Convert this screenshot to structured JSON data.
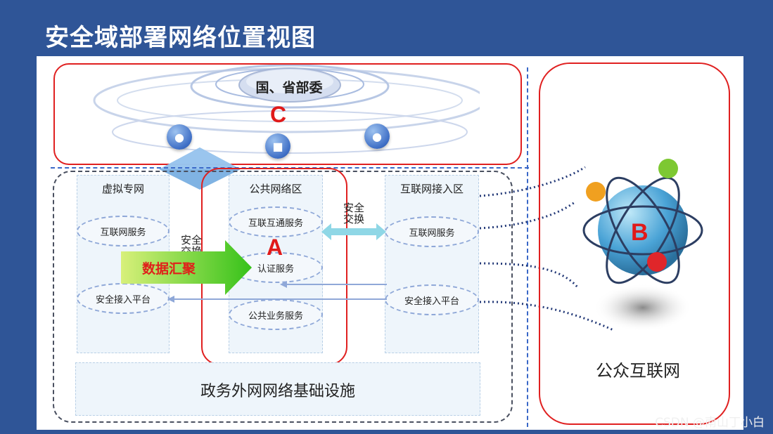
{
  "title": "安全域部署网络位置视图",
  "ministry": "国、省部委",
  "labels": {
    "a": "A",
    "b": "B",
    "c": "C"
  },
  "columns": {
    "vpn": {
      "title": "虚拟专网",
      "services": [
        "互联网服务",
        "安全接入平台"
      ]
    },
    "public": {
      "title": "公共网络区",
      "services": [
        "互联互通服务",
        "认证服务",
        "公共业务服务"
      ]
    },
    "internet": {
      "title": "互联网接入区",
      "services": [
        "互联网服务",
        "安全接入平台"
      ]
    }
  },
  "exchange_left": [
    "安全",
    "交换"
  ],
  "exchange_right": [
    "安全",
    "交换"
  ],
  "data_aggregation": "数据汇聚",
  "infrastructure": "政务外网网络基础设施",
  "public_internet": "公众互联网",
  "watermark": "CSDN @南山丁小白",
  "colors": {
    "accent_red": "#e02020",
    "background": "#2f5597",
    "green_arrow": "#4ccc1f"
  },
  "icons": [
    "lightbulb-icon",
    "document-icon",
    "users-icon"
  ]
}
